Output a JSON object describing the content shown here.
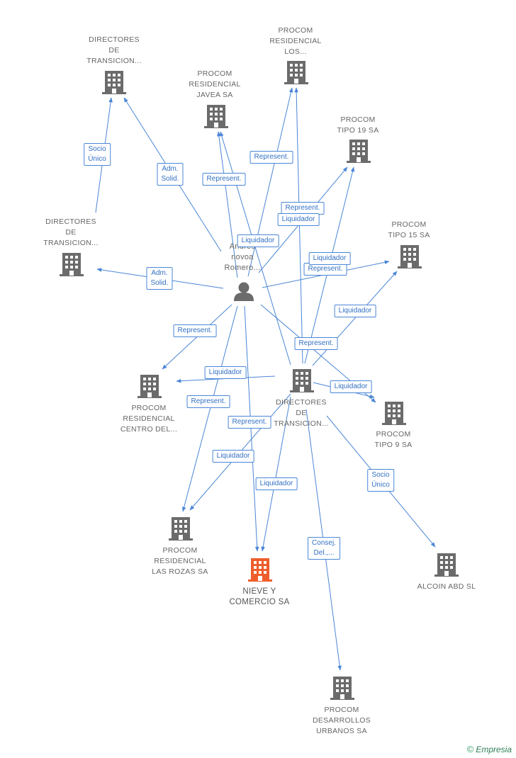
{
  "colors": {
    "edge": "#4a86d6",
    "building": "#6b6b6b",
    "highlight": "#ee5d2b",
    "person": "#6b6b6b"
  },
  "nodes": [
    {
      "id": "dir_top",
      "type": "company",
      "lines": [
        "DIRECTORES",
        "DE",
        "TRANSICION..."
      ]
    },
    {
      "id": "procom_los",
      "type": "company",
      "lines": [
        "PROCOM",
        "RESIDENCIAL",
        "LOS..."
      ]
    },
    {
      "id": "procom_javea",
      "type": "company",
      "lines": [
        "PROCOM",
        "RESIDENCIAL",
        "JAVEA SA"
      ]
    },
    {
      "id": "procom_tipo19",
      "type": "company",
      "lines": [
        "PROCOM",
        "TIPO 19 SA"
      ]
    },
    {
      "id": "dir_left",
      "type": "company",
      "lines": [
        "DIRECTORES",
        "DE",
        "TRANSICION..."
      ]
    },
    {
      "id": "person",
      "type": "person",
      "lines": [
        "Andres",
        "novoa",
        "Romero..."
      ]
    },
    {
      "id": "procom_tipo15",
      "type": "company",
      "lines": [
        "PROCOM",
        "TIPO 15 SA"
      ]
    },
    {
      "id": "procom_centro",
      "type": "company",
      "lines": [
        "PROCOM",
        "RESIDENCIAL",
        "CENTRO DEL..."
      ]
    },
    {
      "id": "dir_center",
      "type": "company",
      "lines": [
        "DIRECTORES",
        "DE",
        "TRANSICION..."
      ]
    },
    {
      "id": "procom_tipo9",
      "type": "company",
      "lines": [
        "PROCOM",
        "TIPO 9 SA"
      ]
    },
    {
      "id": "procom_rozas",
      "type": "company",
      "lines": [
        "PROCOM",
        "RESIDENCIAL",
        "LAS ROZAS SA"
      ]
    },
    {
      "id": "nieve",
      "type": "main",
      "lines": [
        "NIEVE Y",
        "COMERCIO SA"
      ]
    },
    {
      "id": "alcoin",
      "type": "company",
      "lines": [
        "ALCOIN ABD SL"
      ]
    },
    {
      "id": "procom_desarrollos",
      "type": "company",
      "lines": [
        "PROCOM",
        "DESARROLLOS",
        "URBANOS SA"
      ]
    }
  ],
  "edges": [
    {
      "id": "e1",
      "from": "dir_left",
      "to": "dir_top",
      "lines": [
        "Socio",
        "Único"
      ]
    },
    {
      "id": "e2",
      "from": "person",
      "to": "dir_top",
      "lines": [
        "Adm.",
        "Solid."
      ]
    },
    {
      "id": "e3",
      "from": "person",
      "to": "dir_left",
      "lines": [
        "Adm.",
        "Solid."
      ]
    },
    {
      "id": "e4",
      "from": "person",
      "to": "procom_los",
      "lines": [
        "Represent."
      ]
    },
    {
      "id": "e5",
      "from": "person",
      "to": "procom_javea",
      "lines": [
        "Represent."
      ]
    },
    {
      "id": "e6",
      "from": "person",
      "to": "procom_tipo19",
      "lines": [
        "Represent."
      ]
    },
    {
      "id": "e7",
      "from": "person",
      "to": "procom_tipo15",
      "lines": [
        "Represent."
      ]
    },
    {
      "id": "e8",
      "from": "person",
      "to": "procom_centro",
      "lines": [
        "Represent."
      ]
    },
    {
      "id": "e9",
      "from": "person",
      "to": "procom_tipo9",
      "lines": [
        "Represent."
      ]
    },
    {
      "id": "e10",
      "from": "person",
      "to": "procom_rozas",
      "lines": [
        "Represent."
      ]
    },
    {
      "id": "e11",
      "from": "person",
      "to": "nieve",
      "lines": [
        "Represent."
      ]
    },
    {
      "id": "e12",
      "from": "dir_center",
      "to": "procom_los",
      "lines": [
        "Liquidador"
      ]
    },
    {
      "id": "e13",
      "from": "dir_center",
      "to": "procom_javea",
      "lines": [
        "Liquidador"
      ]
    },
    {
      "id": "e14",
      "from": "dir_center",
      "to": "procom_tipo19",
      "lines": [
        "Liquidador"
      ]
    },
    {
      "id": "e15",
      "from": "dir_center",
      "to": "procom_tipo15",
      "lines": [
        "Liquidador"
      ]
    },
    {
      "id": "e16",
      "from": "dir_center",
      "to": "procom_centro",
      "lines": [
        "Liquidador"
      ]
    },
    {
      "id": "e17",
      "from": "dir_center",
      "to": "procom_tipo9",
      "lines": [
        "Liquidador"
      ]
    },
    {
      "id": "e18",
      "from": "dir_center",
      "to": "procom_rozas",
      "lines": [
        "Liquidador"
      ]
    },
    {
      "id": "e19",
      "from": "dir_center",
      "to": "nieve",
      "lines": [
        "Liquidador"
      ]
    },
    {
      "id": "e20",
      "from": "dir_center",
      "to": "alcoin",
      "lines": [
        "Socio",
        "Único"
      ]
    },
    {
      "id": "e21",
      "from": "dir_center",
      "to": "procom_desarrollos",
      "lines": [
        "Consej.",
        "Del.,..."
      ]
    }
  ],
  "watermark": {
    "copyright": "©",
    "brand": "Empresia"
  }
}
